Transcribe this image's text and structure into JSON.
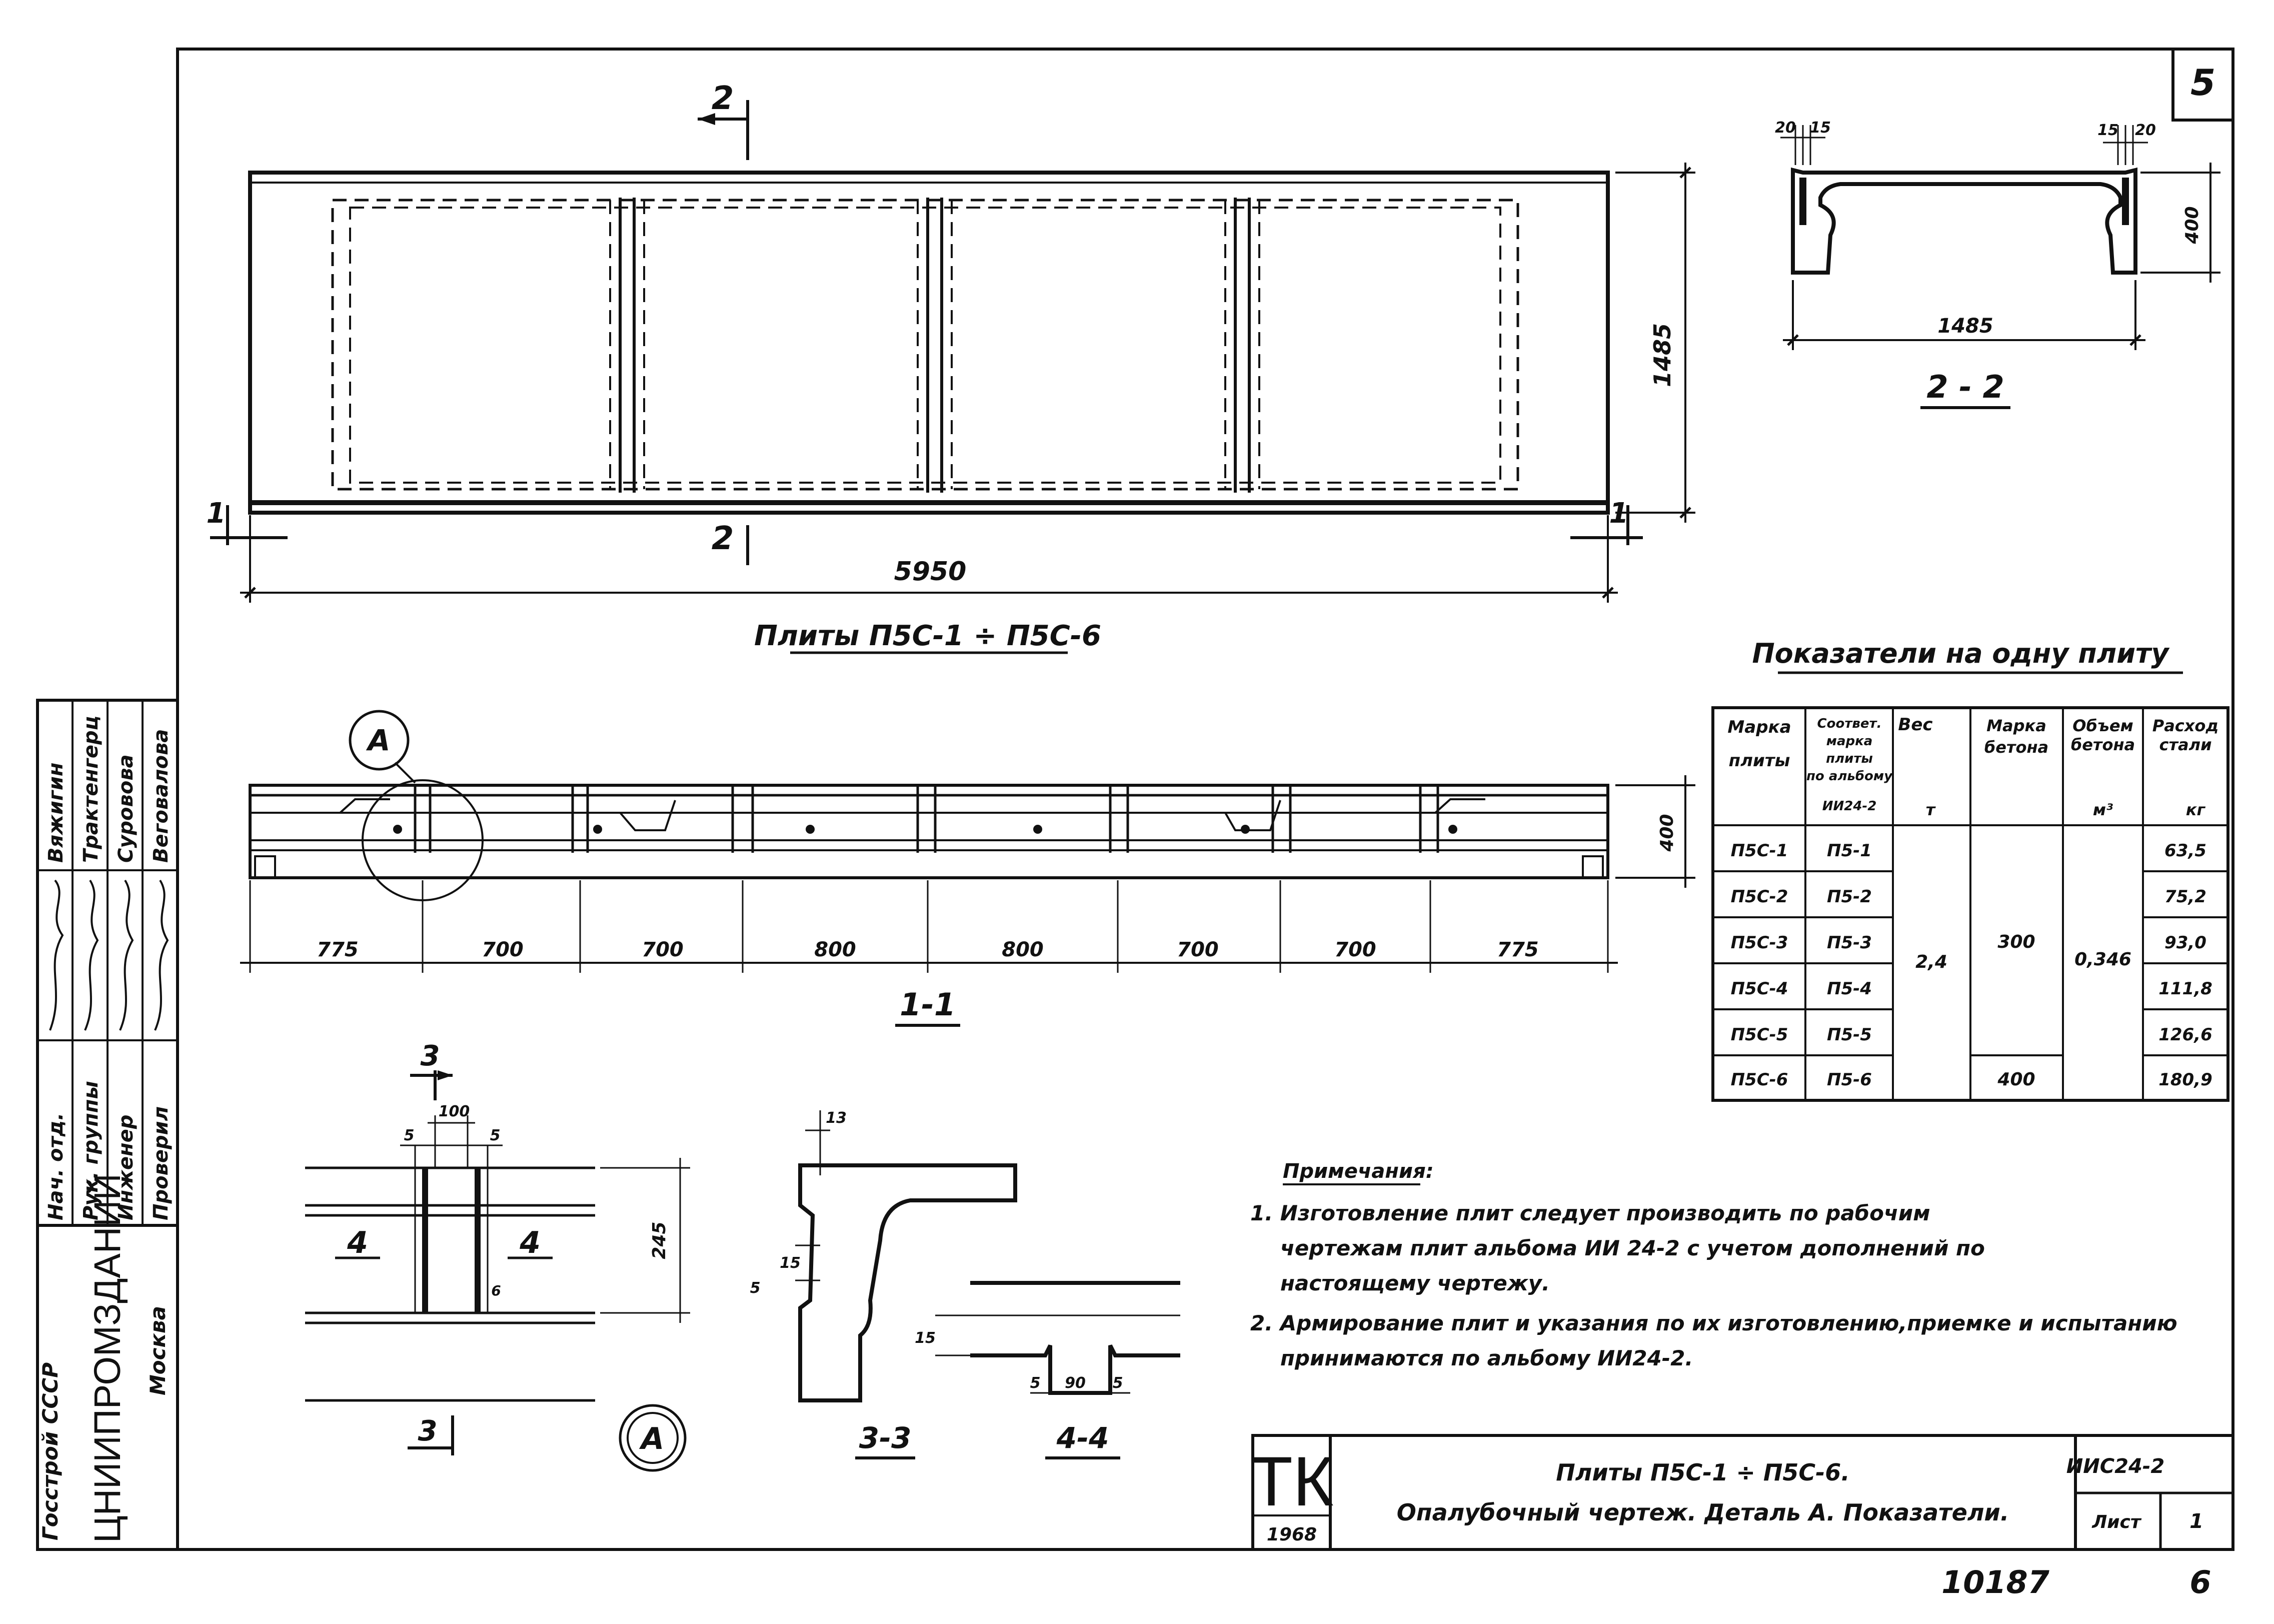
{
  "sheet_number": "5",
  "drawing": {
    "top_view_title": "Плиты П5С-1 ÷ П5С-6",
    "overall_length": "5950",
    "overall_width": "1485",
    "section_2_2_title": "2 - 2",
    "section_1_1_title": "1-1",
    "section_3_3_title": "3-3",
    "section_4_4_title": "4-4",
    "section_marker_1": "1",
    "section_marker_2": "2",
    "section_marker_3": "3",
    "detail_label": "А",
    "dims_2_2": {
      "width": "1485",
      "height": "400",
      "left_top": "20",
      "left_top_b": "15",
      "right_top": "15",
      "right_top_b": "20"
    },
    "dims_1_1": {
      "height": "400",
      "spans": [
        "775",
        "700",
        "700",
        "800",
        "800",
        "700",
        "700",
        "775"
      ]
    },
    "dims_detail": {
      "gap": "100",
      "left": "5",
      "right": "5",
      "height": "245",
      "small": "6",
      "section_label": "4"
    },
    "dims_3_3": {
      "top": "13",
      "mid": "15",
      "low": "5"
    },
    "dims_4_4": {
      "height": "15",
      "left": "5",
      "mid": "90",
      "right": "5"
    }
  },
  "table": {
    "title": "Показатели на одну плиту",
    "headers": {
      "mark": [
        "Марка",
        "плиты"
      ],
      "album": [
        "Соответ.",
        "марка",
        "плиты",
        "по альбому",
        "ИИ24-2"
      ],
      "weight": [
        "Вес",
        "т"
      ],
      "concrete": [
        "Марка",
        "бетона"
      ],
      "volume": [
        "Объем",
        "бетона",
        "м³"
      ],
      "steel": [
        "Расход",
        "стали",
        "кг"
      ]
    },
    "rows": [
      {
        "mark": "П5С-1",
        "album": "П5-1",
        "steel": "63,5"
      },
      {
        "mark": "П5С-2",
        "album": "П5-2",
        "steel": "75,2"
      },
      {
        "mark": "П5С-3",
        "album": "П5-3",
        "steel": "93,0"
      },
      {
        "mark": "П5С-4",
        "album": "П5-4",
        "steel": "111,8"
      },
      {
        "mark": "П5С-5",
        "album": "П5-5",
        "steel": "126,6"
      },
      {
        "mark": "П5С-6",
        "album": "П5-6",
        "steel": "180,9"
      }
    ],
    "merged_weight": "2,4",
    "merged_concrete_a": "300",
    "merged_concrete_b": "400",
    "merged_volume": "0,346"
  },
  "notes": {
    "heading": "Примечания:",
    "items": [
      "1. Изготовление плит следует производить по рабочим",
      "чертежам плит альбома ИИ 24-2 с учетом дополнений по",
      "настоящему чертежу.",
      "2. Армирование плит и указания по их изготовлению,приемке и испытанию",
      "принимаются по альбому ИИ24-2."
    ]
  },
  "title_block": {
    "logo": "ТК",
    "year": "1968",
    "title_line1": "Плиты П5С-1 ÷ П5С-6.",
    "title_line2": "Опалубочный чертеж. Деталь А. Показатели.",
    "album_code": "ИИС24-2",
    "sheet_label": "Лист",
    "sheet_value": "1"
  },
  "side_stamp": {
    "org": "Госстрой СССР",
    "institute": "ЦНИИПРОМЗДАНИЙ",
    "city": "Москва",
    "roles": [
      "Нач. отд.",
      "Рук. группы",
      "Инженер",
      "Проверил"
    ],
    "names": [
      "Вяжигин",
      "Трактенгерц",
      "Суровова",
      "Веговалова"
    ]
  },
  "footer": {
    "number": "10187",
    "page": "6"
  }
}
